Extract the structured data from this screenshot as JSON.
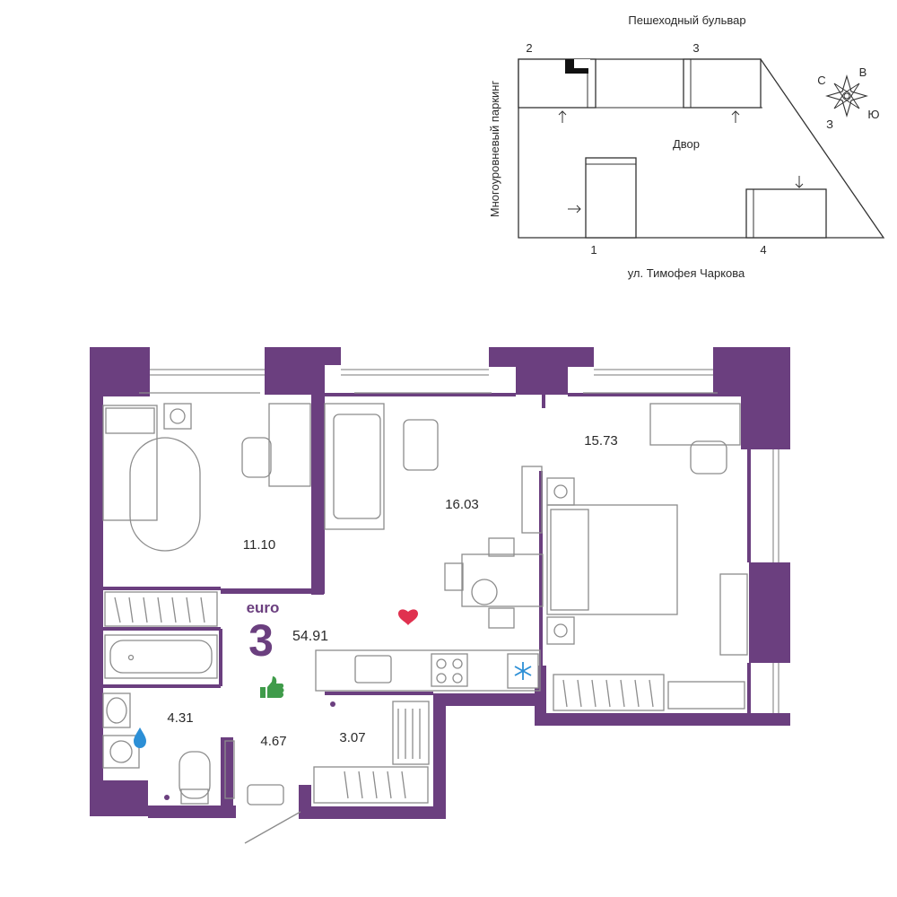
{
  "site_plan": {
    "top_street": "Пешеходный бульвар",
    "bottom_street": "ул. Тимофея Чаркова",
    "left_label": "Многоуровневый паркинг",
    "yard_label": "Двор",
    "buildings": [
      "1",
      "2",
      "3",
      "4"
    ],
    "compass": {
      "north": "С",
      "east": "В",
      "south": "Ю",
      "west": "З"
    }
  },
  "apartment": {
    "format_label": "euro",
    "room_count": "3",
    "total_area": "54.91",
    "rooms": {
      "bedroom_left": "11.10",
      "living_kitchen": "16.03",
      "bedroom_right": "15.73",
      "bathroom": "4.31",
      "hallway": "4.67",
      "corridor": "3.07"
    }
  },
  "colors": {
    "wall": "#6b3f7f",
    "heart": "#e0314f",
    "thumb": "#3f9b4a",
    "water_drop": "#2c8fd6",
    "snowflake": "#2c8fd6"
  }
}
